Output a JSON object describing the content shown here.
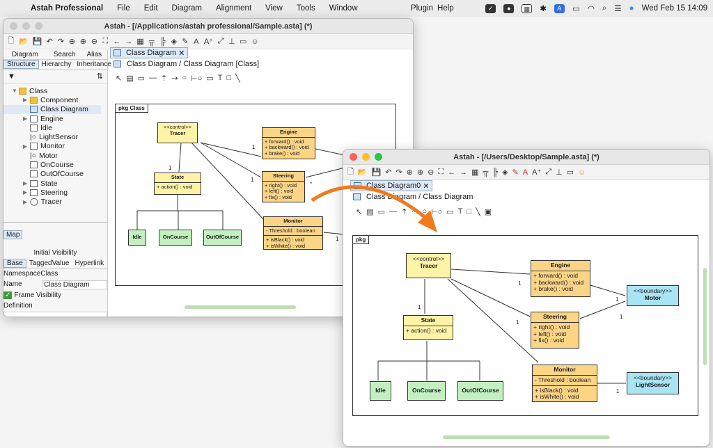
{
  "menubar": {
    "app": "Astah Professional",
    "items": [
      "File",
      "Edit",
      "Diagram",
      "Alignment",
      "View",
      "Tools",
      "Window"
    ],
    "right_items": [
      "Plugin",
      "Help"
    ],
    "datetime": "Wed Feb 15  14:09"
  },
  "win1": {
    "title": "Astah - [/Applications/astah professional/Sample.asta] (*)",
    "panel_tabs_top": [
      "Diagram",
      "Search",
      "Alias"
    ],
    "panel_tabs": [
      "Structure",
      "Hierarchy",
      "Inheritance"
    ],
    "tree": [
      "Class",
      "Component",
      "Class Diagram",
      "Engine",
      "Idle",
      "LightSensor",
      "Monitor",
      "Motor",
      "OnCourse",
      "OutOfCourse",
      "State",
      "Steering",
      "Tracer"
    ],
    "map_tab": "Map",
    "visibility": "Initial Visibility",
    "insp_tabs": [
      "Base",
      "TaggedValue",
      "Hyperlink"
    ],
    "insp_rows": {
      "namespace": "NamespaceClass",
      "name_label": "Name",
      "name_value": "Class Diagram",
      "frame_vis": "Frame Visibility",
      "definition": "Definition"
    },
    "diagram_tab": "Class Diagram",
    "breadcrumb": "Class Diagram / Class Diagram [Class]",
    "pkg": "pkg Class"
  },
  "win2": {
    "title": "Astah - [/Users/Desktop/Sample.asta] (*)",
    "diagram_tab": "Class Diagram0",
    "breadcrumb": "Class Diagram / Class Diagram",
    "pkg": "pkg"
  },
  "classes": {
    "tracer": {
      "stereo": "<<control>>",
      "name": "Tracer"
    },
    "state": {
      "name": "State",
      "ops": [
        "+ action() : void"
      ]
    },
    "engine": {
      "name": "Engine",
      "ops": [
        "+ forward() : void",
        "+ backward() : void",
        "+ brake() : void"
      ]
    },
    "steering": {
      "name": "Steering",
      "ops": [
        "+ right() : void",
        "+ left() : void",
        "+ fix() : void"
      ]
    },
    "monitor": {
      "name": "Monitor",
      "attrs": [
        "- Threshold : boolean"
      ],
      "ops": [
        "+ isBlack() : void",
        "+ isWhite() : void"
      ]
    },
    "motor": {
      "stereo": "<<boundary>>",
      "name": "Motor"
    },
    "lightsensor": {
      "stereo": "<<boundary>>",
      "name": "LightSensor"
    },
    "idle": "Idle",
    "oncourse": "OnCourse",
    "outofcourse": "OutOfCourse"
  },
  "mult_one": "1",
  "mult_many": "*",
  "colors": {
    "accent": "#f07a1e",
    "class_yellow": "#fff3a8",
    "class_orange": "#fcd486",
    "class_green": "#c2f0c0",
    "class_blue": "#a9e4f5"
  }
}
